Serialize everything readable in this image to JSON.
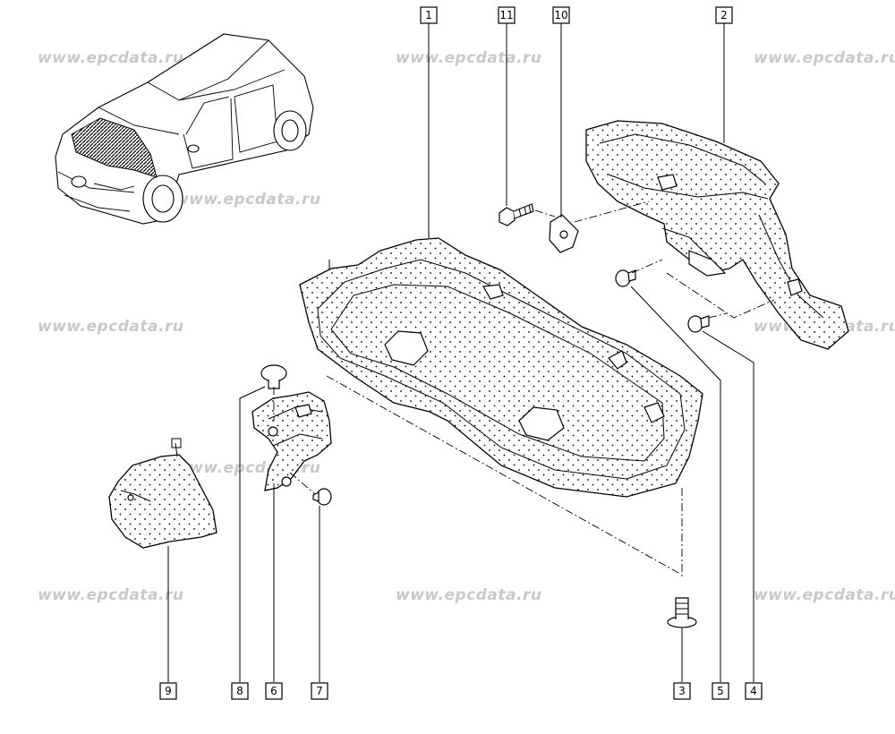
{
  "watermark_text": "www.epcdata.ru",
  "callouts": [
    {
      "label": "1"
    },
    {
      "label": "11"
    },
    {
      "label": "10"
    },
    {
      "label": "2"
    },
    {
      "label": "9"
    },
    {
      "label": "8"
    },
    {
      "label": "6"
    },
    {
      "label": "7"
    },
    {
      "label": "3"
    },
    {
      "label": "5"
    },
    {
      "label": "4"
    }
  ],
  "colors": {
    "line": "#000000",
    "watermark": "#c9c9c9",
    "background": "#ffffff"
  }
}
